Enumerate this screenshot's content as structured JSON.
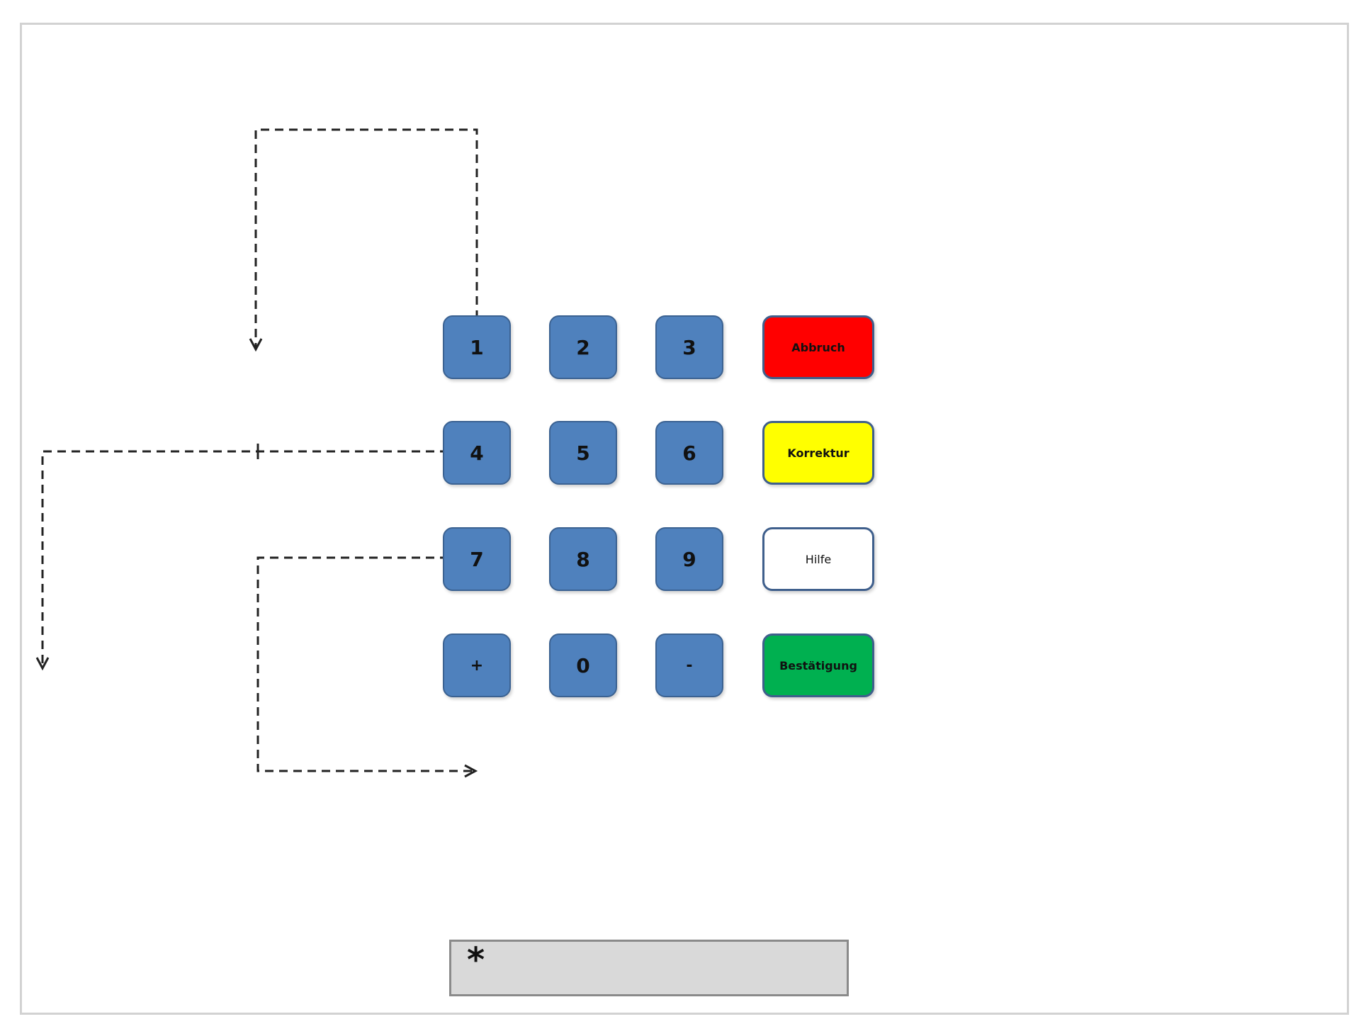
{
  "keypad": {
    "digit_keys": [
      "1",
      "2",
      "3",
      "4",
      "5",
      "6",
      "7",
      "8",
      "9",
      "+",
      "0",
      "-"
    ],
    "key_color": "#4f81bd",
    "function_keys": [
      {
        "label": "Abbruch",
        "color": "#ff0000"
      },
      {
        "label": "Korrektur",
        "color": "#ffff00"
      },
      {
        "label": "Hilfe",
        "color": "#ffffff"
      },
      {
        "label": "Bestätigung",
        "color": "#00b050"
      }
    ]
  },
  "display": {
    "value": "*"
  },
  "arrows": {
    "style": "dashed",
    "color": "#222222"
  }
}
